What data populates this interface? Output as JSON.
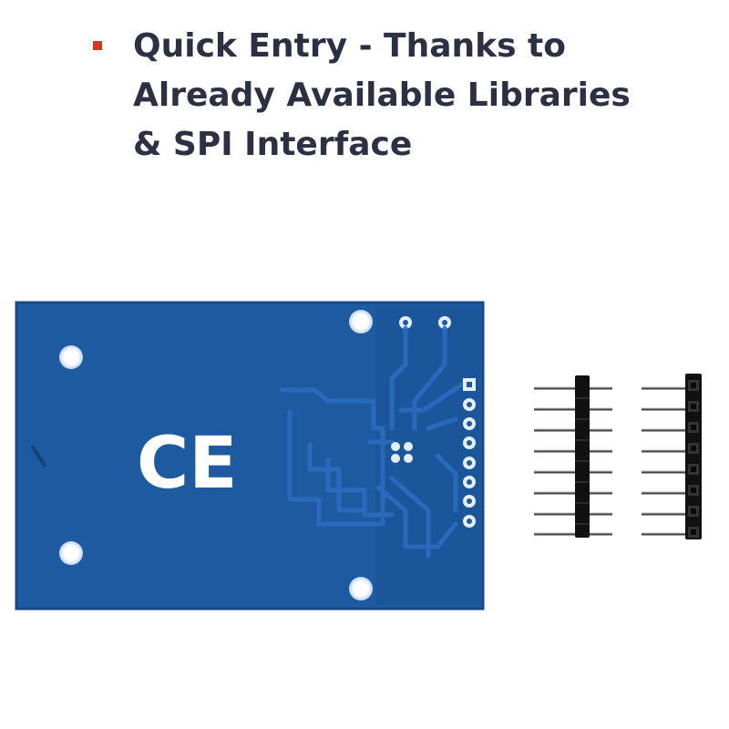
{
  "headline": {
    "lines": [
      "Quick Entry - Thanks to",
      "Already Available Libraries",
      "& SPI Interface"
    ],
    "bullet_color": "#d4381f",
    "text_color": "#2b3142"
  },
  "board": {
    "marking": "CE",
    "color": "#1d5aa0",
    "pin_holes": 8
  },
  "header_pins": {
    "strips": 2,
    "pins_per_strip": 8
  }
}
